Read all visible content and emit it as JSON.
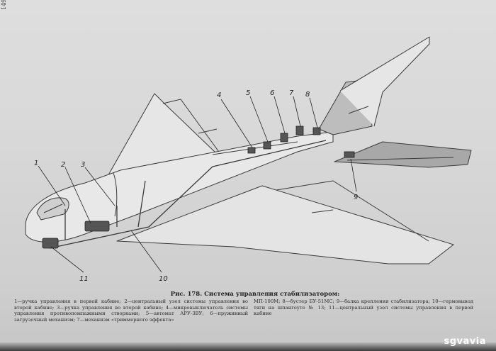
{
  "page_number": "149",
  "callouts": [
    "1",
    "2",
    "3",
    "4",
    "5",
    "6",
    "7",
    "8",
    "9",
    "10",
    "11"
  ],
  "caption": {
    "title": "Рис. 178. Система управления стабилизатором:",
    "legend_left": "1—ручка управления в первой кабине; 2—центральный узел системы управления во второй кабине; 3—ручка управления во второй кабине; 4—микровыключатель системы управления противопомпажными створками; 5—автомат АРУ-3ВУ; 6—пружинный загрузочный механизм; 7—механизм «триммерного эффекта»",
    "legend_right": "МП-100М; 8—бустер БУ-51МС; 9—балка крепления стабилизатора; 10—гермовывод тяги на шпангоуте № 13; 11—центральный узел системы управления в первой кабине"
  },
  "watermark": "sgvavia",
  "colors": {
    "paper": "#d8d8d8",
    "ink": "#2a2a2a",
    "watermark": "#ffffff"
  }
}
